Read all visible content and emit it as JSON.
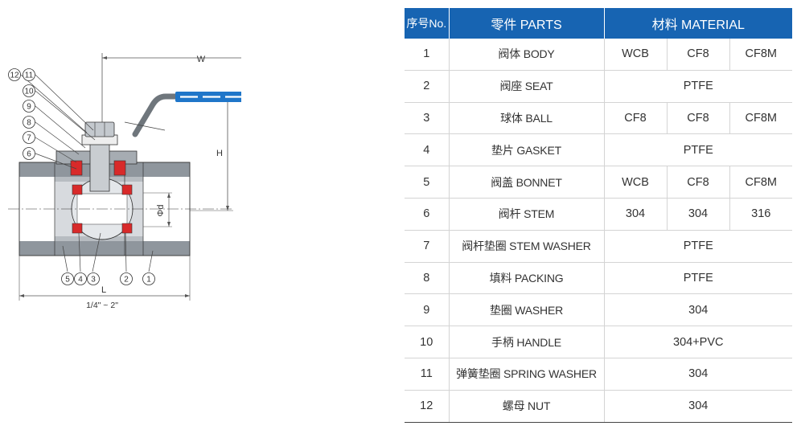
{
  "table": {
    "headers": {
      "no": "序号No.",
      "parts": "零件 PARTS",
      "material": "材料 MATERIAL"
    },
    "rows": [
      {
        "no": "1",
        "part": "阀体 BODY",
        "materials": [
          "WCB",
          "CF8",
          "CF8M"
        ]
      },
      {
        "no": "2",
        "part": "阀座 SEAT",
        "materials": [
          "PTFE"
        ]
      },
      {
        "no": "3",
        "part": "球体 BALL",
        "materials": [
          "CF8",
          "CF8",
          "CF8M"
        ]
      },
      {
        "no": "4",
        "part": "垫片 GASKET",
        "materials": [
          "PTFE"
        ]
      },
      {
        "no": "5",
        "part": "阀盖 BONNET",
        "materials": [
          "WCB",
          "CF8",
          "CF8M"
        ]
      },
      {
        "no": "6",
        "part": "阀杆 STEM",
        "materials": [
          "304",
          "304",
          "316"
        ]
      },
      {
        "no": "7",
        "part": "阀杆垫圈 STEM WASHER",
        "materials": [
          "PTFE"
        ]
      },
      {
        "no": "8",
        "part": "填料 PACKING",
        "materials": [
          "PTFE"
        ]
      },
      {
        "no": "9",
        "part": "垫圈 WASHER",
        "materials": [
          "304"
        ]
      },
      {
        "no": "10",
        "part": "手柄 HANDLE",
        "materials": [
          "304+PVC"
        ]
      },
      {
        "no": "11",
        "part": "弹簧垫圈 SPRING WASHER",
        "materials": [
          "304"
        ]
      },
      {
        "no": "12",
        "part": "螺母 NUT",
        "materials": [
          "304"
        ]
      }
    ]
  },
  "drawing": {
    "dimensions": {
      "width": "W",
      "height": "H",
      "length": "L",
      "bore": "Φd",
      "size_range": "1/4\" ~ 2\""
    },
    "callouts_left": [
      "12",
      "11",
      "10",
      "9",
      "8",
      "7",
      "6"
    ],
    "callouts_bottom": [
      "5",
      "4",
      "3",
      "2",
      "1"
    ],
    "colors": {
      "handle_grip": "#1f76c9",
      "seal": "#d82a2a",
      "body": "#8f969d",
      "header": "#1764b2"
    }
  }
}
